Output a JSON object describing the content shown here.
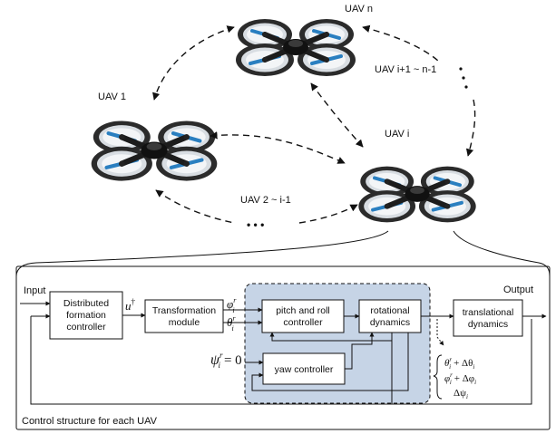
{
  "uav_labels": {
    "uav_n": "UAV n",
    "uav_1": "UAV 1",
    "uav_i": "UAV i",
    "uav_range_upper": "UAV i+1 ~ n-1",
    "uav_range_lower": "UAV 2 ~ i-1",
    "ellipsis_lower": "• • •"
  },
  "control": {
    "input_label": "Input",
    "output_label": "Output",
    "caption": "Control structure for each UAV",
    "blocks": {
      "distributed": [
        "Distributed",
        "formation",
        "controller"
      ],
      "transformation": [
        "Transformation",
        "module"
      ],
      "pitch_roll": [
        "pitch and roll",
        "controller"
      ],
      "yaw": [
        "yaw controller"
      ],
      "rotational": [
        "rotational",
        "dynamics"
      ],
      "translational": [
        "translational",
        "dynamics"
      ]
    },
    "signals": {
      "u_base": "u",
      "u_sup": "†",
      "phi_r": "φ",
      "theta_r": "θ",
      "ref_sup": "r",
      "sub_i": "i",
      "psi_eq": "= 0",
      "psi": "ψ"
    },
    "disturbance": [
      {
        "base": "θ",
        "sup": "r",
        "sub": "i",
        "rest": "+ Δθ",
        "rest_sub": "i"
      },
      {
        "base": "φ",
        "sup": "r",
        "sub": "i",
        "rest": "+ Δφ",
        "rest_sub": "i"
      },
      {
        "base": "",
        "sup": "",
        "sub": "",
        "rest": "Δψ",
        "rest_sub": "i"
      }
    ]
  },
  "colors": {
    "shaded_region": "#c6d4e6",
    "propeller": "#2a7fc0",
    "drone_body": "#1c1c1c",
    "guard": "#555555"
  }
}
